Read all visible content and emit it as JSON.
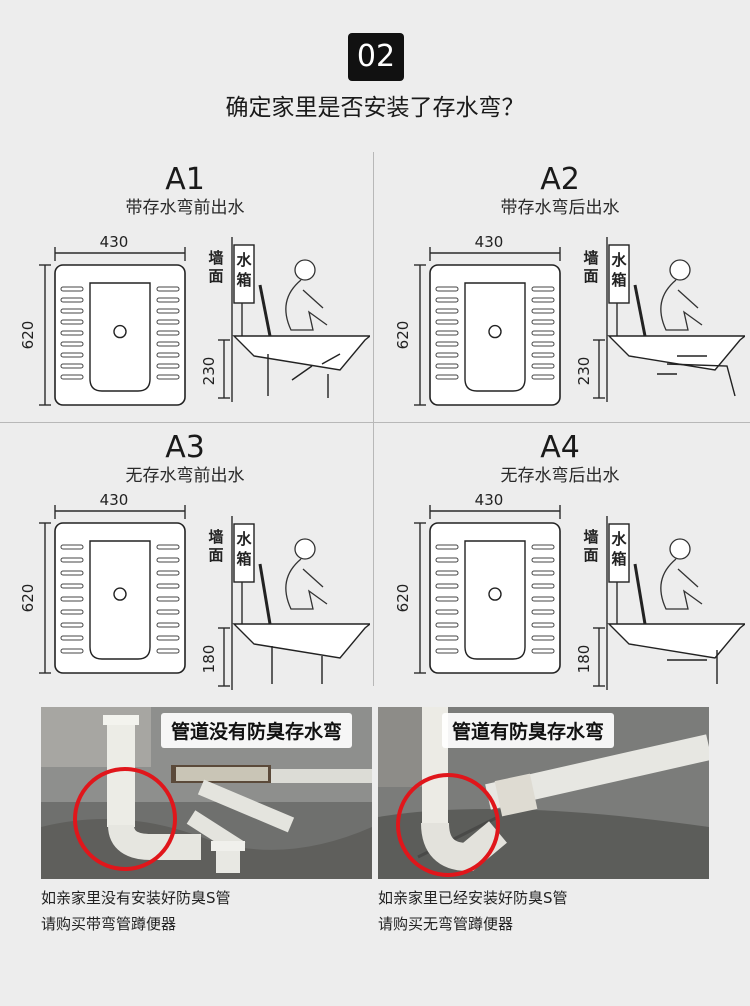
{
  "header": {
    "step": "02",
    "title": "确定家里是否安装了存水弯？"
  },
  "cells": [
    {
      "code": "A1",
      "subtitle": "带存水弯前出水",
      "width": "430",
      "depth": "620",
      "height": "230",
      "tank": [
        "水",
        "箱"
      ],
      "wall": [
        "墙",
        "面"
      ]
    },
    {
      "code": "A2",
      "subtitle": "带存水弯后出水",
      "width": "430",
      "depth": "620",
      "height": "230",
      "tank": [
        "水",
        "箱"
      ],
      "wall": [
        "墙",
        "面"
      ]
    },
    {
      "code": "A3",
      "subtitle": "无存水弯前出水",
      "width": "430",
      "depth": "620",
      "height": "180",
      "tank": [
        "水",
        "箱"
      ],
      "wall": [
        "墙",
        "面"
      ]
    },
    {
      "code": "A4",
      "subtitle": "无存水弯后出水",
      "width": "430",
      "depth": "620",
      "height": "180",
      "tank": [
        "水",
        "箱"
      ],
      "wall": [
        "墙",
        "面"
      ]
    }
  ],
  "photos": [
    {
      "label": "管道没有防臭存水弯",
      "caption_line1": "如亲家里没有安装好防臭S管",
      "caption_line2": "请购买带弯管蹲便器"
    },
    {
      "label": "管道有防臭存水弯",
      "caption_line1": "如亲家里已经安装好防臭S管",
      "caption_line2": "请购买无弯管蹲便器"
    }
  ],
  "colors": {
    "highlight_circle": "#e0161b",
    "badge_bg": "#111111",
    "background": "#ededed"
  }
}
